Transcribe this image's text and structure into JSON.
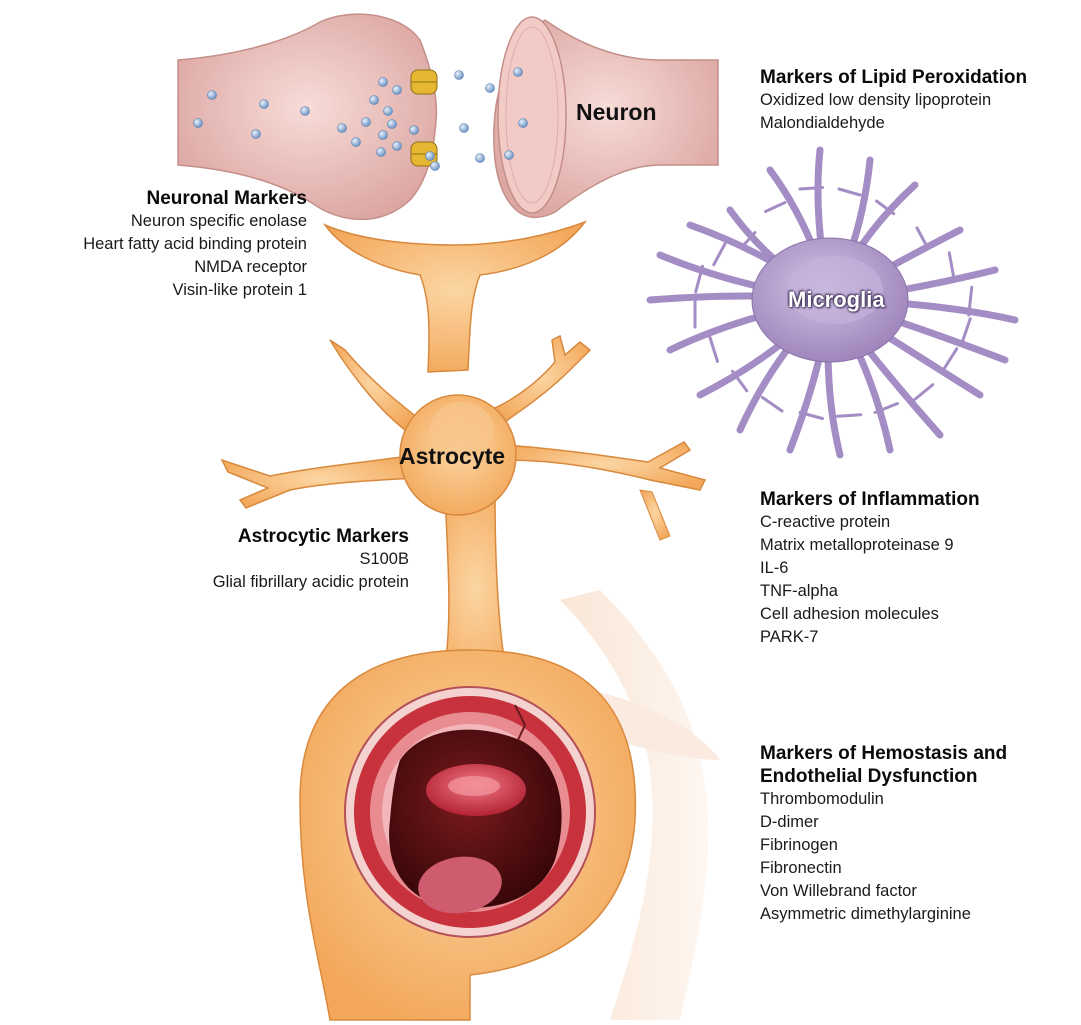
{
  "cells": {
    "neuron": "Neuron",
    "microglia": "Microglia",
    "astrocyte": "Astrocyte"
  },
  "colors": {
    "neuron_fill": "#efc6c3",
    "astrocyte_fill": "#f6b56b",
    "microglia_fill": "#b7a2cf",
    "vessel_wall": "#c8323d",
    "vesicle": "#8fb3dd"
  },
  "lipid": {
    "title": "Markers of Lipid Peroxidation",
    "items": [
      "Oxidized low density lipoprotein",
      "Malondialdehyde"
    ]
  },
  "neuronal": {
    "title": "Neuronal Markers",
    "items": [
      "Neuron specific enolase",
      "Heart fatty acid binding protein",
      "NMDA receptor",
      "Visin-like protein 1"
    ]
  },
  "astrocytic": {
    "title": "Astrocytic Markers",
    "items": [
      "S100B",
      "Glial fibrillary acidic protein"
    ]
  },
  "inflammation": {
    "title": "Markers of Inflammation",
    "items": [
      "C-reactive protein",
      "Matrix metalloproteinase 9",
      "IL-6",
      "TNF-alpha",
      "Cell adhesion molecules",
      "PARK-7"
    ]
  },
  "hemostasis": {
    "title_line1": "Markers of Hemostasis and",
    "title_line2": "Endothelial Dysfunction",
    "items": [
      "Thrombomodulin",
      "D-dimer",
      "Fibrinogen",
      "Fibronectin",
      "Von Willebrand factor",
      "Asymmetric dimethylarginine"
    ]
  }
}
